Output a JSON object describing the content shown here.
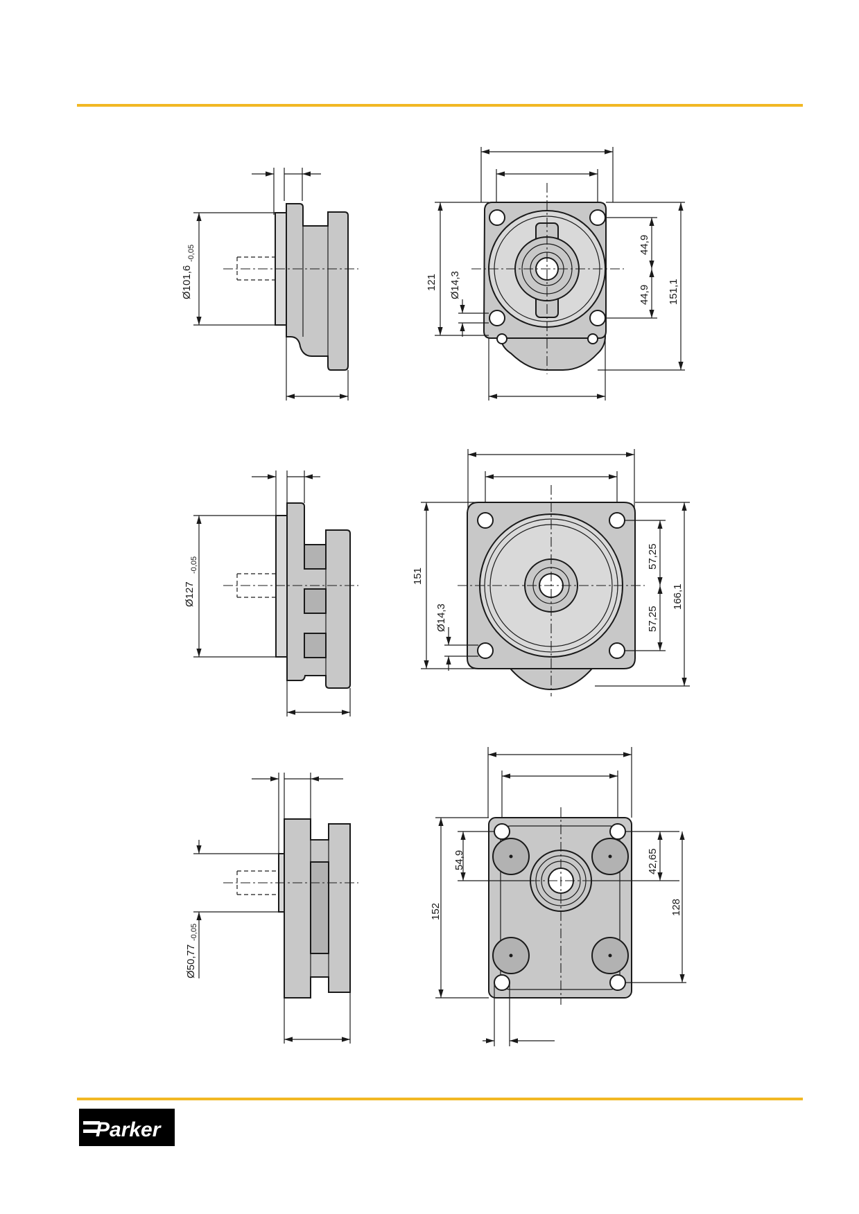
{
  "dimensions": {
    "a_side_dia": "Ø101,6",
    "a_side_tol": "-0,05",
    "a_front_121": "121",
    "a_front_bolt": "Ø14,3",
    "a_front_449_top": "44,9",
    "a_front_449_bot": "44,9",
    "a_front_1511": "151,1",
    "b_side_dia": "Ø127",
    "b_side_tol": "-0,05",
    "b_front_151": "151",
    "b_front_bolt": "Ø14,3",
    "b_front_5725_top": "57,25",
    "b_front_5725_bot": "57,25",
    "b_front_1661": "166,1",
    "c_side_dia": "Ø50,77",
    "c_side_tol": "-0,05",
    "c_front_152": "152",
    "c_front_549": "54,9",
    "c_front_4265": "42,65",
    "c_front_128": "128"
  },
  "brand": {
    "logo_text": "Parker"
  },
  "colors": {
    "rule": "#f2b824",
    "part": "#c8c8c8",
    "logo_bg": "#000000"
  }
}
